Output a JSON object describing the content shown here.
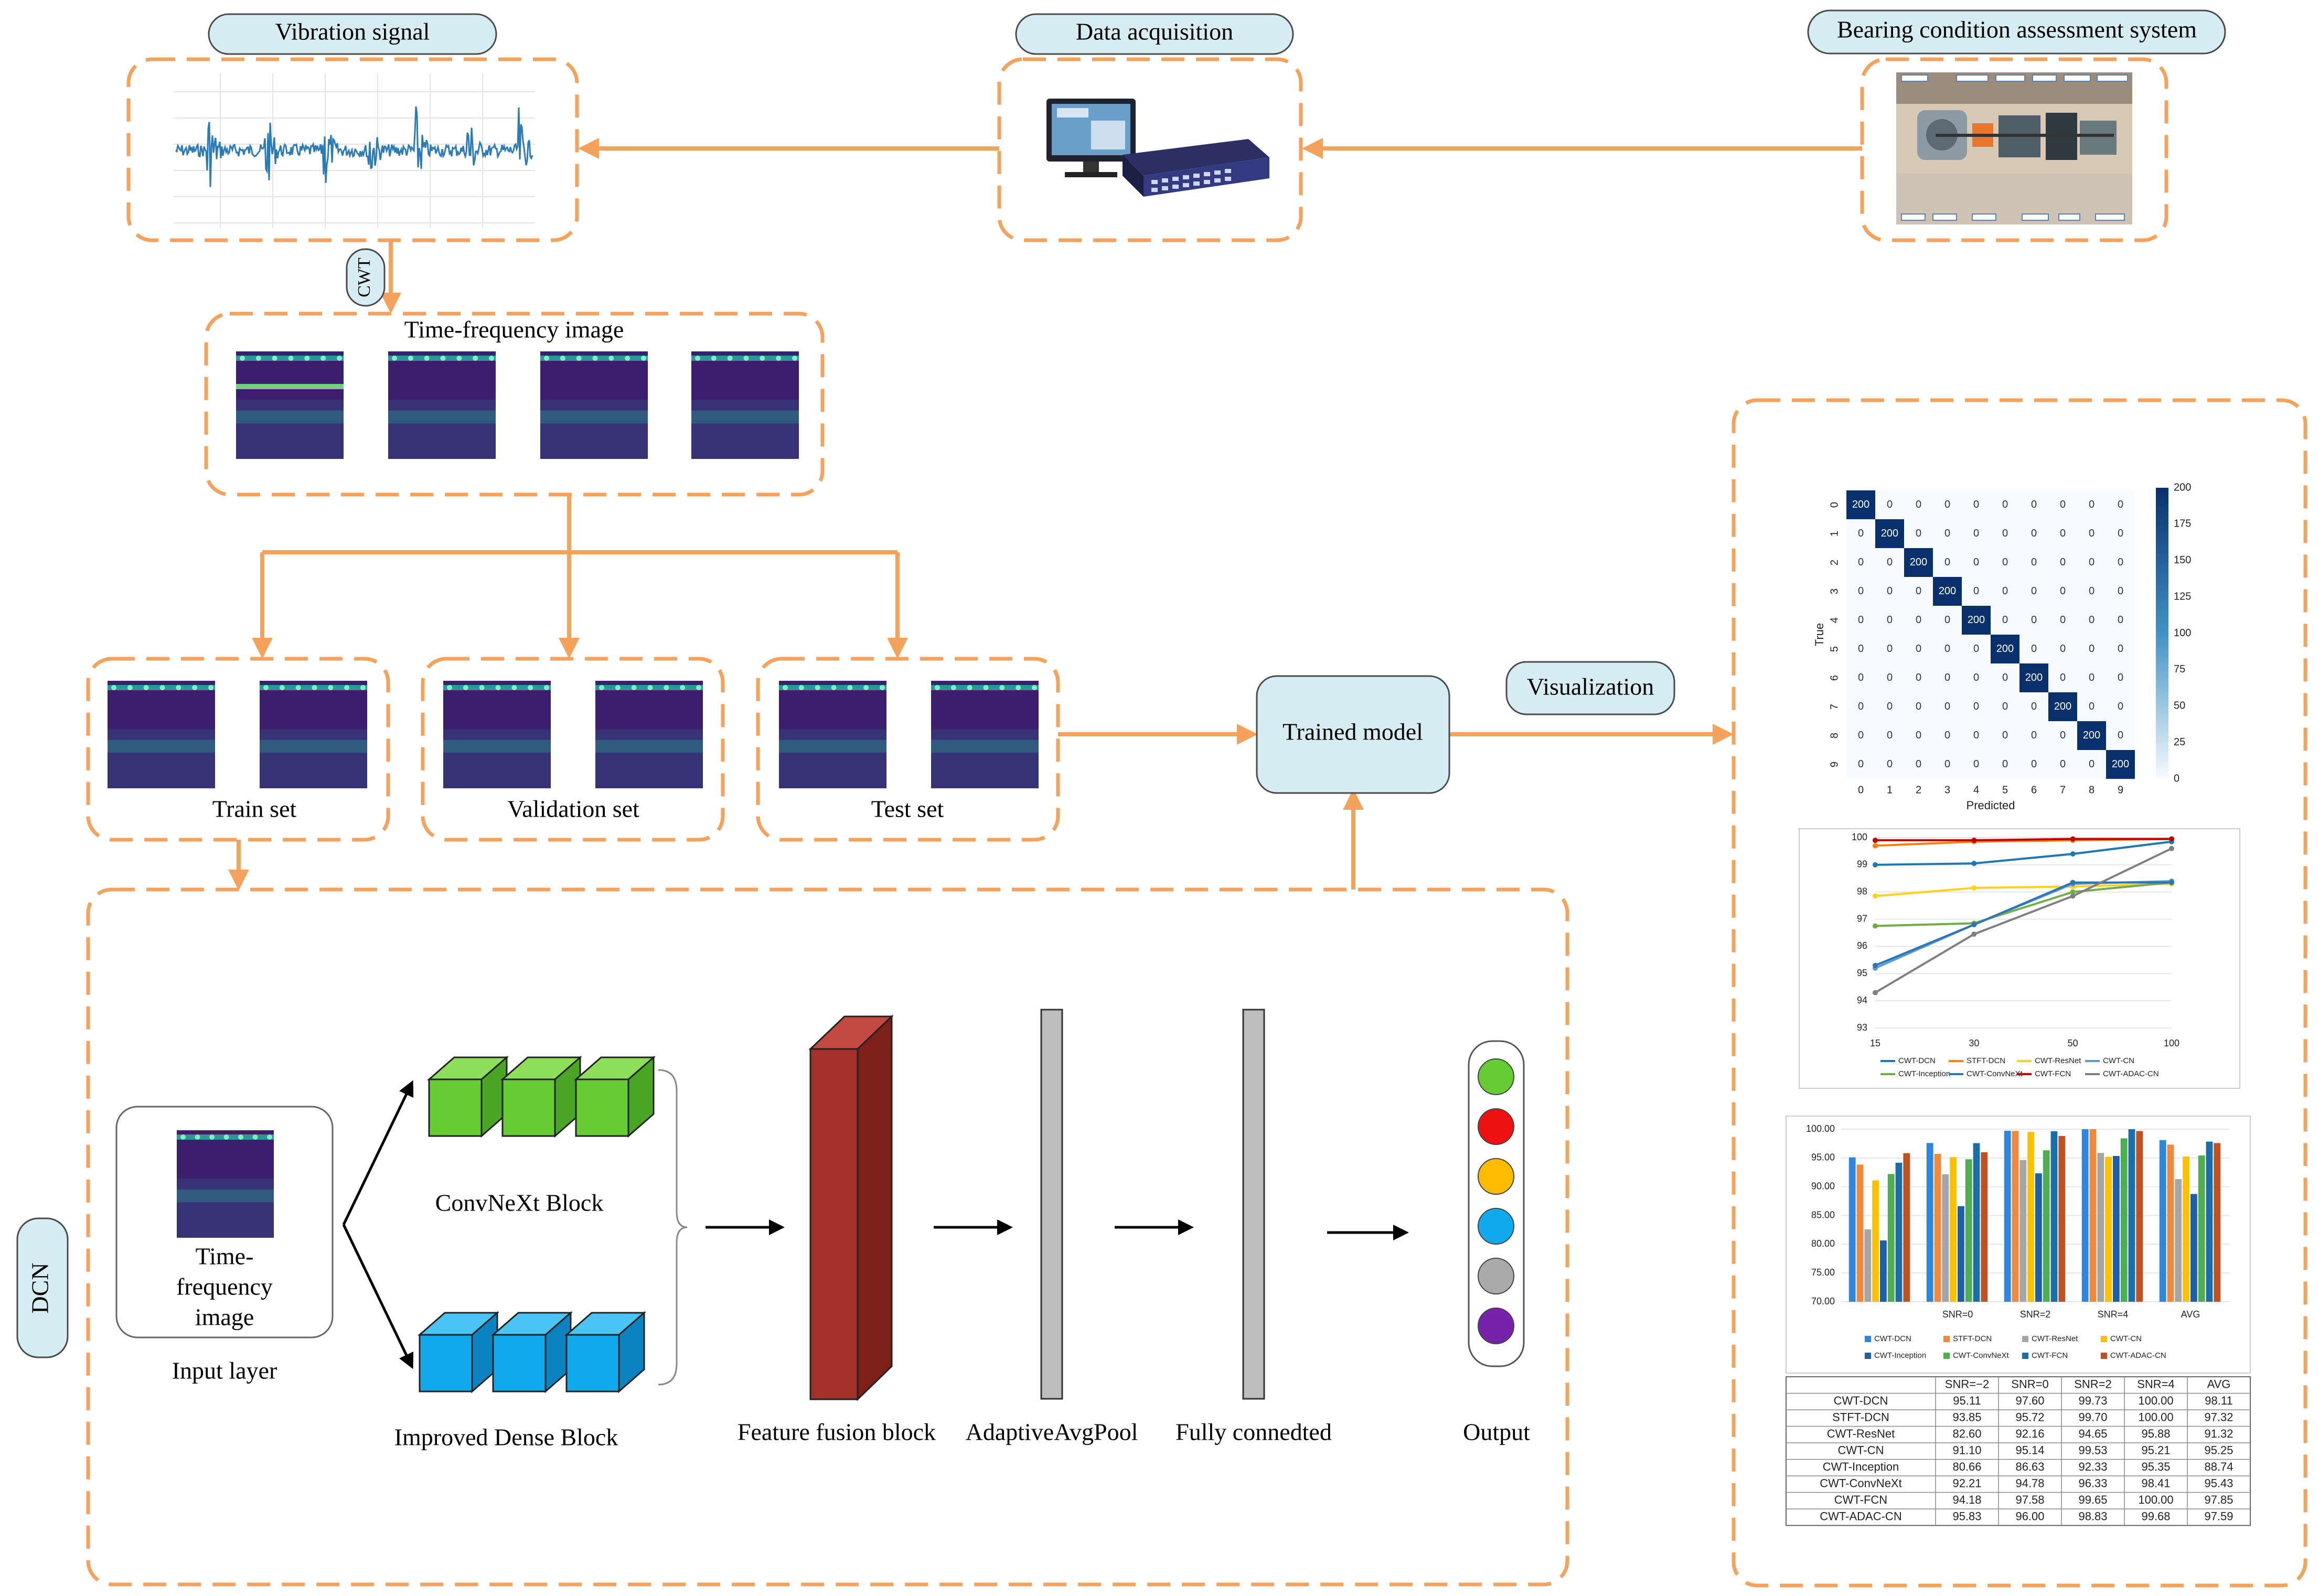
{
  "colors": {
    "dash": "#f4a25c",
    "arrow": "#f4a25c",
    "pill_fill": "#d5edf3",
    "pill_stroke": "#4a4a4a",
    "spectrogram_bg": "#3b1f6e",
    "signal": "#2b7bb9",
    "green_block": "#66cc33",
    "blue_block": "#11a9ee",
    "fusion_block": "#a3302a",
    "gray_bar": "#bdbdbd"
  },
  "labels": {
    "vibration_signal": "Vibration signal",
    "data_acquisition": "Data acquisition",
    "bearing_system": "Bearing condition assessment system",
    "cwt": "CWT",
    "tf_image": "Time-frequency image",
    "train_set": "Train set",
    "validation_set": "Validation set",
    "test_set": "Test set",
    "trained_model": "Trained model",
    "visualization": "Visualization",
    "dcn": "DCN",
    "input_text_1": "Time-",
    "input_text_2": "frequency",
    "input_text_3": "image",
    "input_layer": "Input layer",
    "convnext_block": "ConvNeXt Block",
    "dense_block": "Improved Dense Block",
    "feature_fusion": "Feature fusion block",
    "avgpool": "AdaptiveAvgPool",
    "fully_connected": "Fully connedted",
    "output": "Output"
  },
  "output_colors": [
    "#66cc33",
    "#ee1111",
    "#ffbb00",
    "#11aaee",
    "#aaaaaa",
    "#7722aa"
  ],
  "confusion_matrix": {
    "classes": [
      "0",
      "1",
      "2",
      "3",
      "4",
      "5",
      "6",
      "7",
      "8",
      "9"
    ],
    "diag_value": "200",
    "off_value": "0",
    "xlabel": "Predicted",
    "ylabel": "True",
    "colorbar_ticks": [
      "200",
      "175",
      "150",
      "125",
      "100",
      "75",
      "50",
      "25",
      "0"
    ]
  },
  "chart_data": [
    {
      "type": "line",
      "x": [
        "15",
        "30",
        "50",
        "100"
      ],
      "yticks": [
        "100",
        "99",
        "98",
        "97",
        "96",
        "95",
        "94",
        "93"
      ],
      "ylim": [
        93,
        100
      ],
      "series": [
        {
          "name": "CWT-DCN",
          "color": "#1f77b4",
          "values": [
            99.0,
            99.05,
            99.4,
            99.85
          ]
        },
        {
          "name": "STFT-DCN",
          "color": "#ff7f0e",
          "values": [
            99.7,
            99.85,
            99.9,
            99.95
          ]
        },
        {
          "name": "CWT-ResNet",
          "color": "#ffd11a",
          "values": [
            97.85,
            98.15,
            98.2,
            98.3
          ]
        },
        {
          "name": "CWT-CN",
          "color": "#5b9bd5",
          "values": [
            95.2,
            96.8,
            98.3,
            98.4
          ]
        },
        {
          "name": "CWT-Inception",
          "color": "#70ad47",
          "values": [
            96.75,
            96.85,
            98.0,
            98.35
          ]
        },
        {
          "name": "CWT-ConvNeXt",
          "color": "#2e75b6",
          "values": [
            95.3,
            96.8,
            98.35,
            98.35
          ]
        },
        {
          "name": "CWT-FCN",
          "color": "#c00000",
          "values": [
            99.9,
            99.9,
            99.95,
            99.95
          ]
        },
        {
          "name": "CWT-ADAC-CN",
          "color": "#7f7f7f",
          "values": [
            94.3,
            96.45,
            97.85,
            99.6
          ]
        }
      ]
    },
    {
      "type": "bar",
      "categories": [
        "",
        "SNR=0",
        "SNR=2",
        "SNR=4",
        "AVG"
      ],
      "yticks": [
        "100.00",
        "95.00",
        "90.00",
        "85.00",
        "80.00",
        "75.00",
        "70.00"
      ],
      "ylim": [
        70,
        100
      ],
      "series": [
        {
          "name": "CWT-DCN",
          "color": "#2e86de",
          "values": [
            95.11,
            97.6,
            99.73,
            100.0,
            98.11
          ]
        },
        {
          "name": "STFT-DCN",
          "color": "#f0883e",
          "values": [
            93.85,
            95.72,
            99.7,
            100.0,
            97.32
          ]
        },
        {
          "name": "CWT-ResNet",
          "color": "#a6a6a6",
          "values": [
            82.6,
            92.16,
            94.65,
            95.88,
            91.32
          ]
        },
        {
          "name": "CWT-CN",
          "color": "#ffc000",
          "values": [
            91.1,
            95.14,
            99.53,
            95.21,
            95.25
          ]
        },
        {
          "name": "CWT-Inception",
          "color": "#1f5fa8",
          "values": [
            80.66,
            86.63,
            92.33,
            95.35,
            88.74
          ]
        },
        {
          "name": "CWT-ConvNeXt",
          "color": "#4cae4f",
          "values": [
            92.21,
            94.78,
            96.33,
            98.41,
            95.43
          ]
        },
        {
          "name": "CWT-FCN",
          "color": "#1b6fa8",
          "values": [
            94.18,
            97.58,
            99.65,
            100.0,
            97.85
          ]
        },
        {
          "name": "CWT-ADAC-CN",
          "color": "#c0501f",
          "values": [
            95.83,
            96.0,
            98.83,
            99.68,
            97.59
          ]
        }
      ]
    },
    {
      "type": "table",
      "columns": [
        "",
        "SNR=−2",
        "SNR=0",
        "SNR=2",
        "SNR=4",
        "AVG"
      ],
      "rows": [
        [
          "CWT-DCN",
          "95.11",
          "97.60",
          "99.73",
          "100.00",
          "98.11"
        ],
        [
          "STFT-DCN",
          "93.85",
          "95.72",
          "99.70",
          "100.00",
          "97.32"
        ],
        [
          "CWT-ResNet",
          "82.60",
          "92.16",
          "94.65",
          "95.88",
          "91.32"
        ],
        [
          "CWT-CN",
          "91.10",
          "95.14",
          "99.53",
          "95.21",
          "95.25"
        ],
        [
          "CWT-Inception",
          "80.66",
          "86.63",
          "92.33",
          "95.35",
          "88.74"
        ],
        [
          "CWT-ConvNeXt",
          "92.21",
          "94.78",
          "96.33",
          "98.41",
          "95.43"
        ],
        [
          "CWT-FCN",
          "94.18",
          "97.58",
          "99.65",
          "100.00",
          "97.85"
        ],
        [
          "CWT-ADAC-CN",
          "95.83",
          "96.00",
          "98.83",
          "99.68",
          "97.59"
        ]
      ]
    }
  ]
}
